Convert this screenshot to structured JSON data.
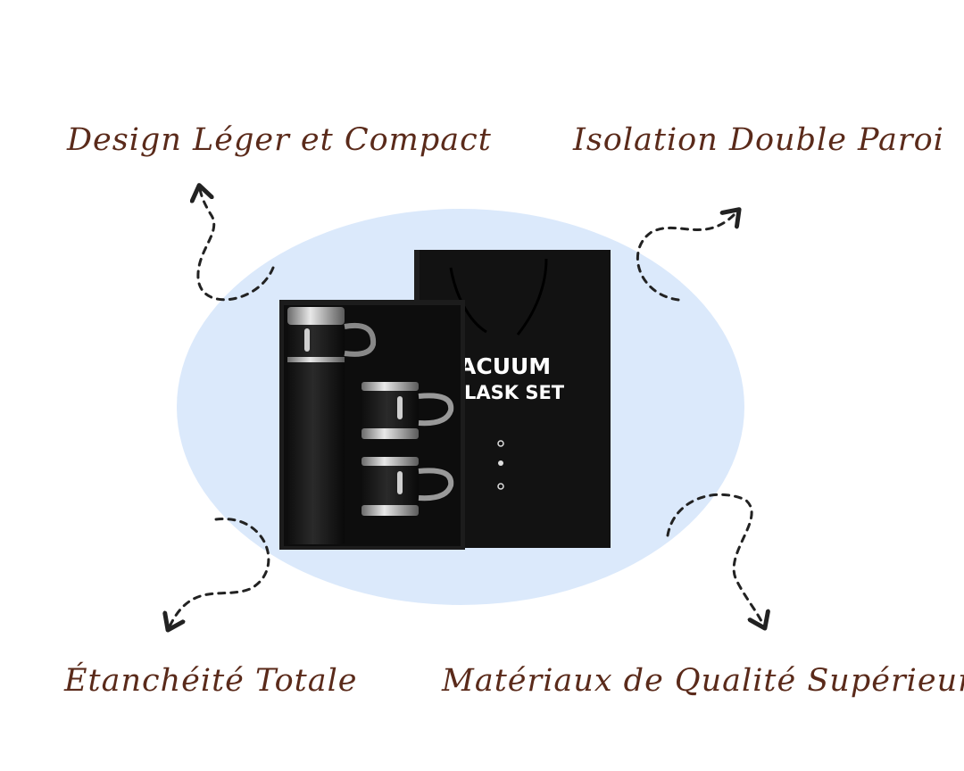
{
  "features": {
    "top_left": "Design Léger et Compact",
    "top_right": "Isolation Double Paroi",
    "bottom_left": "Étanchéité Totale",
    "bottom_right": "Matériaux de Qualité Supérieure"
  },
  "product": {
    "box_line1": "ACUUM",
    "box_line2": "LASK SET"
  },
  "colors": {
    "text": "#5a2a1a",
    "ellipse": "#dbe9fb",
    "box": "#151515",
    "arrow": "#222222"
  }
}
